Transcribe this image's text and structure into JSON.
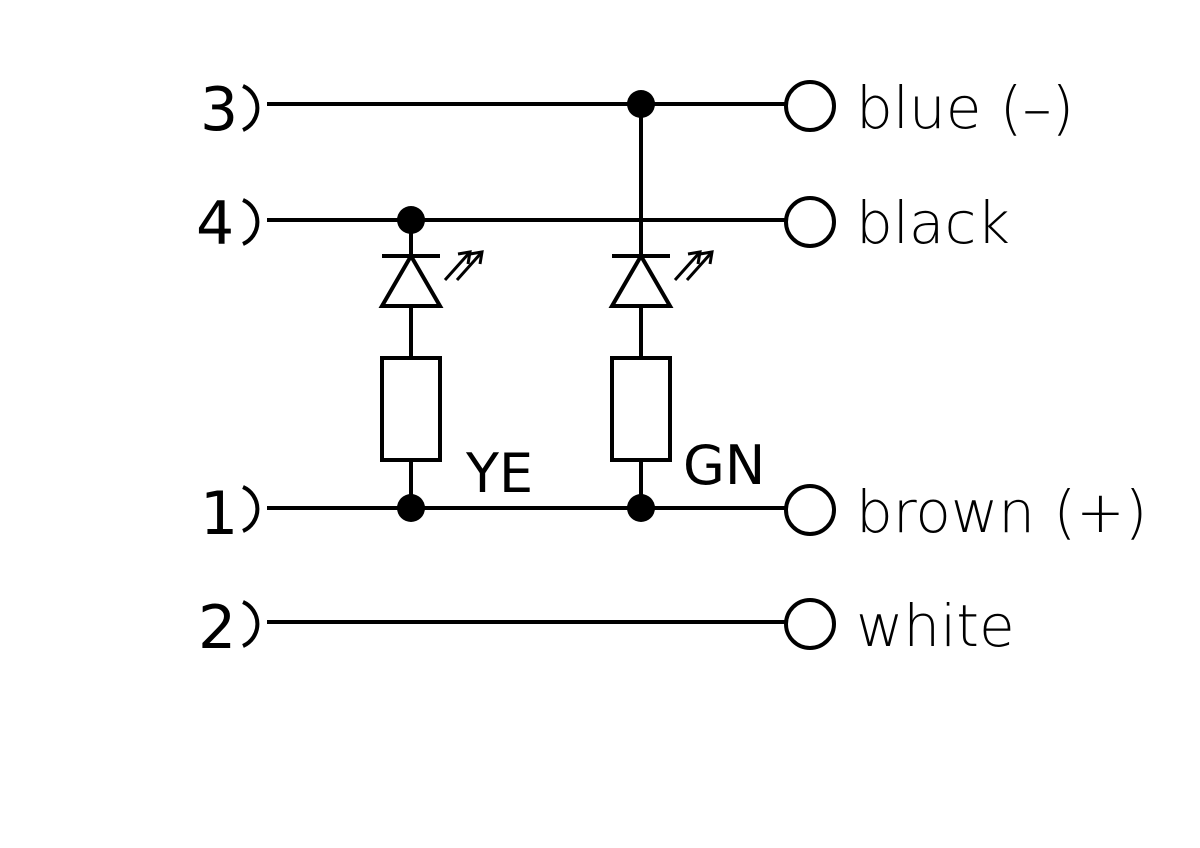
{
  "pins": [
    {
      "number": "3",
      "wire_color": "blue (–)"
    },
    {
      "number": "4",
      "wire_color": "black"
    },
    {
      "number": "1",
      "wire_color": "brown (+)"
    },
    {
      "number": "2",
      "wire_color": "white"
    }
  ],
  "leds": [
    {
      "label": "YE"
    },
    {
      "label": "GN"
    }
  ],
  "colors": {
    "ink": "#000000",
    "background": "#ffffff"
  }
}
